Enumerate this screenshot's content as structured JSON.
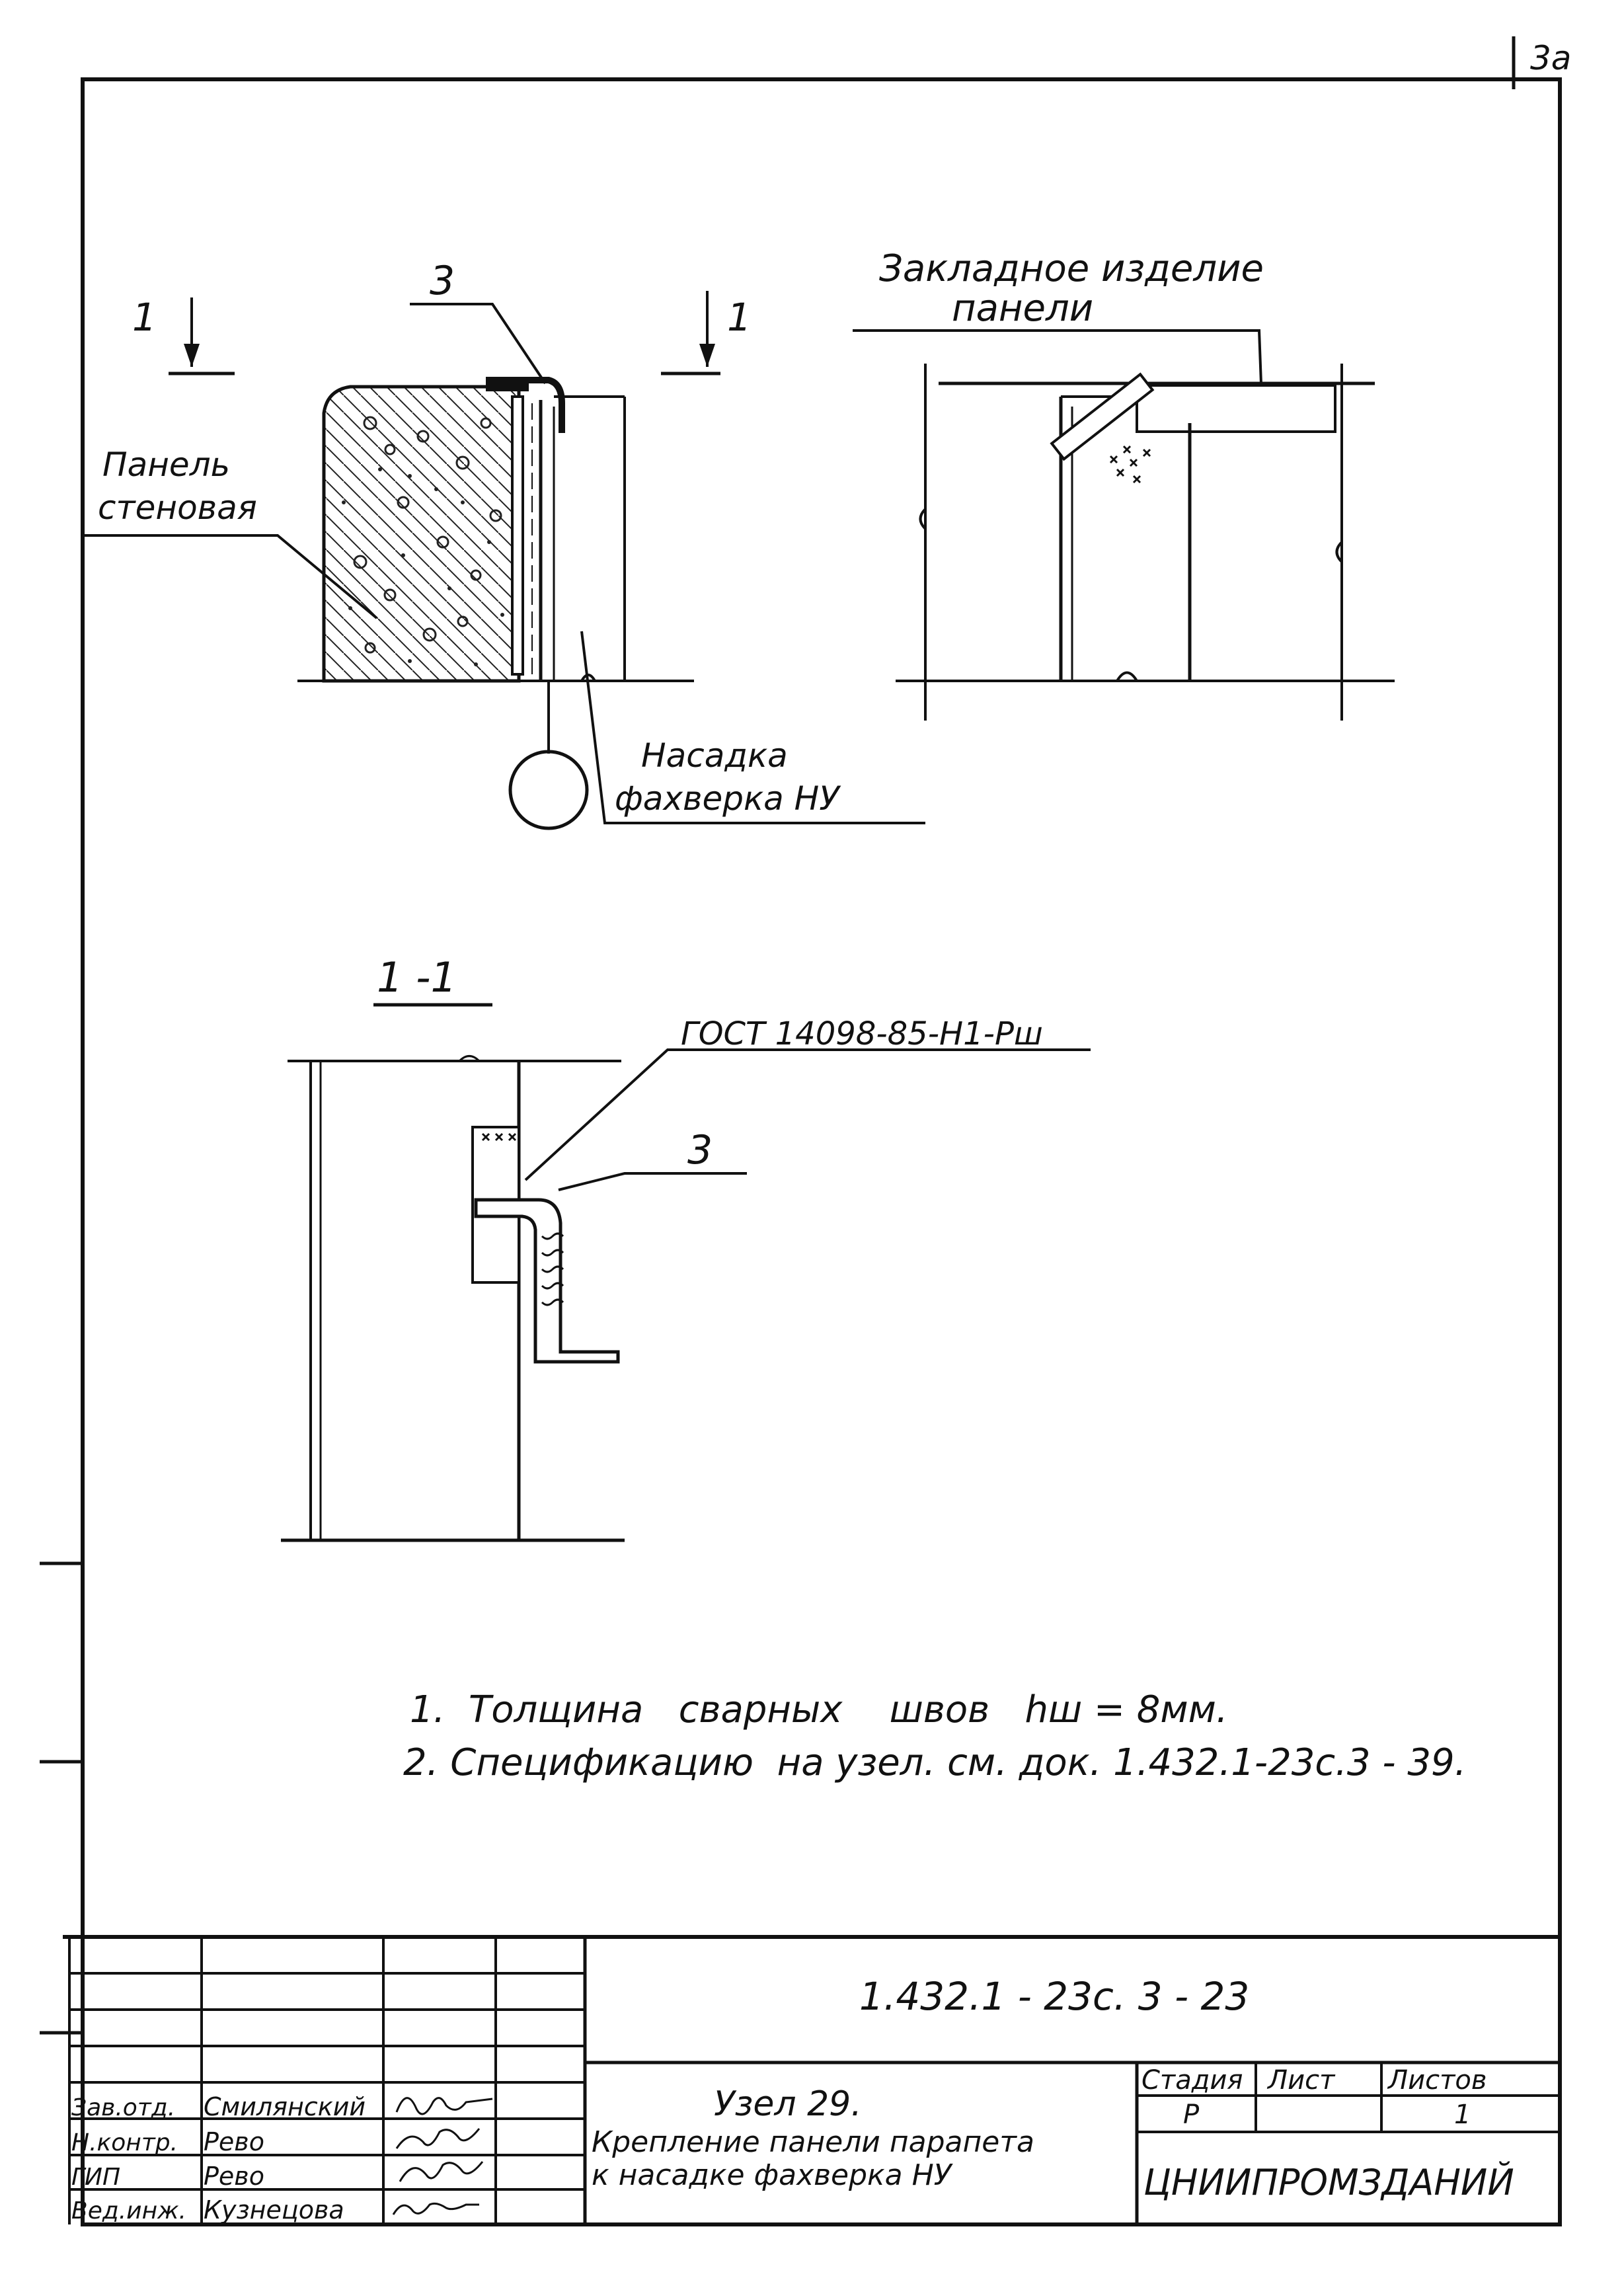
{
  "page_number": "3а",
  "view_top_left": {
    "section_mark_left": "1",
    "section_mark_right": "1",
    "item_label": "3",
    "wall_panel_label_line1": "Панель",
    "wall_panel_label_line2": "стеновая",
    "nozzle_label_line1": "Насадка",
    "nozzle_label_line2": "фахверка НУ"
  },
  "view_top_right": {
    "embed_label_line1": "Закладное изделие",
    "embed_label_line2": "панели"
  },
  "section_1_1": {
    "title": "1 -1",
    "weld_spec": "ГОСТ 14098-85-Н1-Рш",
    "item_label": "3"
  },
  "notes": [
    "1.  Толщина   сварных    швов   hш = 8мм.",
    "2. Спецификацию  на узел. см. док. 1.432.1-23с.3 - 39."
  ],
  "title_block": {
    "doc_code": "1.432.1 - 23с. 3 - 23",
    "drawing_title_line1": "Узел 29.",
    "drawing_title_line2": "Крепление панели парапета",
    "drawing_title_line3": "к насадке фахверка НУ",
    "stage_header": "Стадия",
    "sheet_header": "Лист",
    "sheets_header": "Листов",
    "stage_value": "Р",
    "sheet_value": "",
    "sheets_value": "1",
    "organization": "ЦНИИПРОМЗДАНИЙ",
    "signatures": [
      {
        "role": "Зав.отд.",
        "name": "Смилянский"
      },
      {
        "role": "Н.контр.",
        "name": "Рево"
      },
      {
        "role": "ГИП",
        "name": "Рево"
      },
      {
        "role": "Вед.инж.",
        "name": "Кузнецова"
      }
    ]
  }
}
